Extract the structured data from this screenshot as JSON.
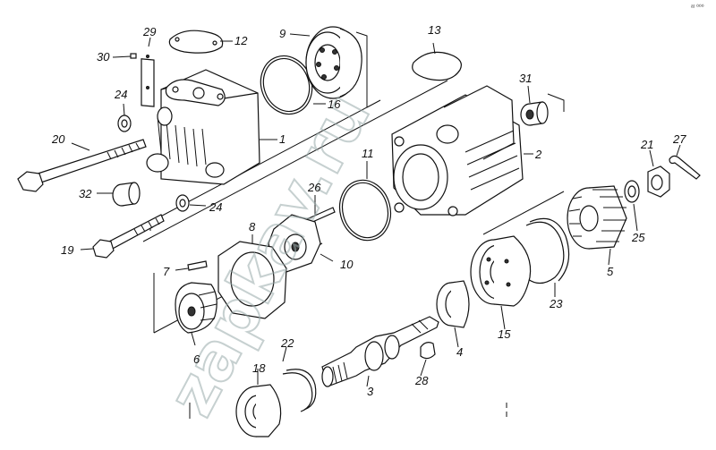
{
  "watermark": "zapkav.ru",
  "corner_mark": "ᵃᵗ ⁰⁰⁰",
  "labels": {
    "p1": "1",
    "p2": "2",
    "p3": "3",
    "p4": "4",
    "p5": "5",
    "p6": "6",
    "p7": "7",
    "p8": "8",
    "p9": "9",
    "p10": "10",
    "p11": "11",
    "p12": "12",
    "p13": "13",
    "p15": "15",
    "p16": "16",
    "p18": "18",
    "p19": "19",
    "p20": "20",
    "p21": "21",
    "p22": "22",
    "p23": "23",
    "p24a": "24",
    "p24b": "24",
    "p25": "25",
    "p26": "26",
    "p27": "27",
    "p28": "28",
    "p29": "29",
    "p30": "30",
    "p31": "31",
    "p32": "32"
  }
}
